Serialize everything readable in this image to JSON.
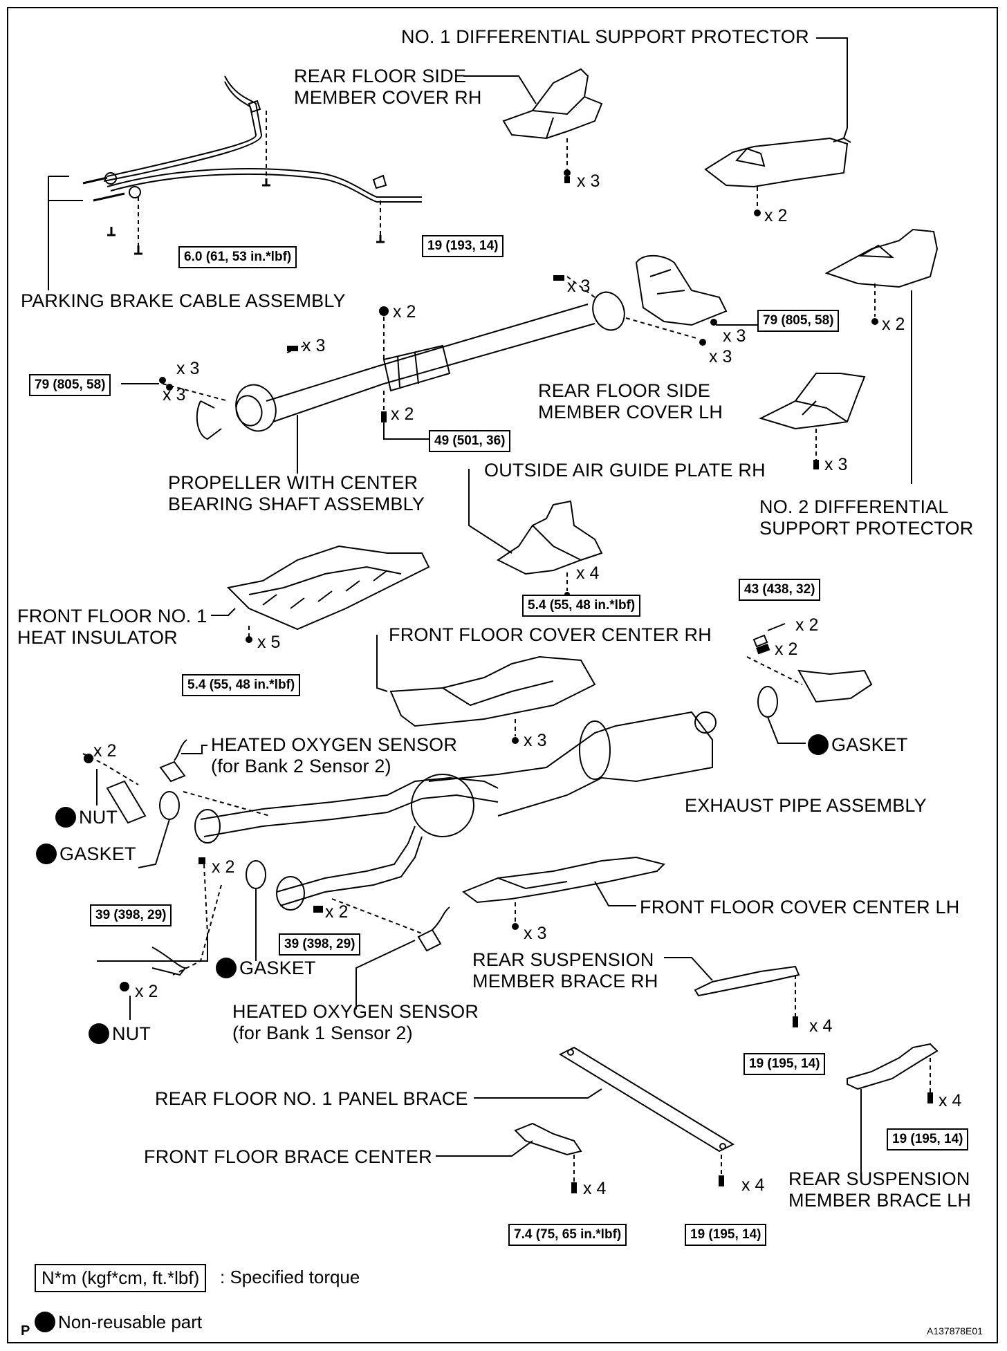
{
  "labels": {
    "diff_protector_1": "NO. 1 DIFFERENTIAL SUPPORT PROTECTOR",
    "rear_cover_rh": "REAR FLOOR SIDE\nMEMBER COVER RH",
    "parking_brake": "PARKING BRAKE CABLE ASSEMBLY",
    "rear_cover_lh": "REAR FLOOR SIDE\nMEMBER COVER LH",
    "propeller": "PROPELLER WITH CENTER\nBEARING SHAFT ASSEMBLY",
    "outside_air_guide": "OUTSIDE AIR GUIDE PLATE RH",
    "diff_protector_2": "NO. 2 DIFFERENTIAL\nSUPPORT PROTECTOR",
    "front_heat_insulator": "FRONT FLOOR NO. 1\nHEAT INSULATOR",
    "front_cover_rh": "FRONT FLOOR COVER CENTER RH",
    "ho2s_bank2": "HEATED OXYGEN SENSOR\n(for Bank 2 Sensor 2)",
    "gasket_right": "GASKET",
    "nut_upper": "NUT",
    "gasket_left": "GASKET",
    "exhaust_pipe": "EXHAUST PIPE ASSEMBLY",
    "front_cover_lh": "FRONT FLOOR COVER CENTER LH",
    "gasket_lower": "GASKET",
    "rear_susp_rh": "REAR SUSPENSION\nMEMBER BRACE RH",
    "nut_lower": "NUT",
    "ho2s_bank1": "HEATED OXYGEN SENSOR\n(for Bank 1 Sensor 2)",
    "panel_brace": "REAR FLOOR NO. 1 PANEL BRACE",
    "brace_center": "FRONT FLOOR BRACE CENTER",
    "rear_susp_lh": "REAR SUSPENSION\nMEMBER BRACE LH"
  },
  "torques": {
    "t_6_0": "6.0 (61, 53 in.*lbf)",
    "t_19_193": "19 (193, 14)",
    "t_79_right": "79 (805, 58)",
    "t_79_left": "79 (805, 58)",
    "t_49": "49 (501, 36)",
    "t_5_4_air": "5.4 (55, 48 in.*lbf)",
    "t_43": "43 (438, 32)",
    "t_5_4_ins": "5.4 (55, 48 in.*lbf)",
    "t_39_left": "39 (398, 29)",
    "t_39_mid": "39 (398, 29)",
    "t_19_rh": "19 (195, 14)",
    "t_19_lh": "19 (195, 14)",
    "t_7_4": "7.4 (75, 65 in.*lbf)",
    "t_19_brace": "19 (195, 14)"
  },
  "quantities": {
    "q_rh_cover": "x 3",
    "q_diff1": "x 2",
    "q_prop_top": "x 3",
    "q_diff2": "x 2",
    "q_center_top": "x 2",
    "q_rear_nut1": "x 3",
    "q_rear_nut2": "x 3",
    "q_prop_bolt": "x 3",
    "q_front_nut1": "x 3",
    "q_front_nut2": "x 3",
    "q_center_bot": "x 2",
    "q_lh_cover": "x 3",
    "q_air_guide": "x 4",
    "q_spring_bolt": "x 2",
    "q_spring": "x 2",
    "q_insulator": "x 5",
    "q_front_rh": "x 3",
    "q_nut_top": "x 2",
    "q_bolt_left": "x 2",
    "q_bolt_mid": "x 2",
    "q_front_lh": "x 3",
    "q_nut_bot": "x 2",
    "q_susp_rh": "x 4",
    "q_susp_lh": "x 4",
    "q_brace_center": "x 4",
    "q_panel_brace": "x 4"
  },
  "legend": {
    "torque_unit": "N*m (kgf*cm, ft.*lbf)",
    "torque_desc": ": Specified torque",
    "nonreusable": "Non-reusable part"
  },
  "corner": {
    "left": "P",
    "right": "A137878E01"
  }
}
